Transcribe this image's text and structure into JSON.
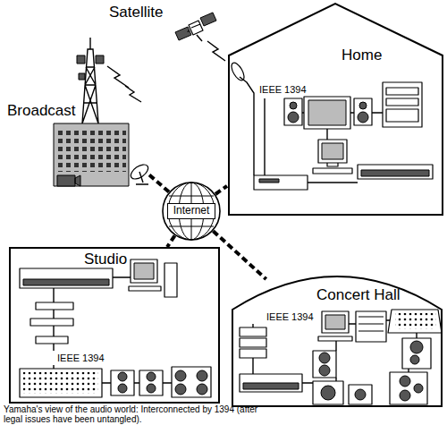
{
  "diagram": {
    "caption": "Yamaha's view of the audio world: Interconnected by 1394 (after legal issues have been untangled).",
    "nodes": [
      {
        "text": [
          "Broadcast"
        ]
      },
      {
        "text": [
          "Home",
          "IEEE 1394"
        ]
      },
      {
        "text": [
          "Internet"
        ]
      },
      {
        "text": [
          "Studio",
          "IEEE 1394"
        ]
      },
      {
        "text": [
          "Concert Hall",
          "IEEE 1394"
        ]
      }
    ],
    "edges": [
      {
        "from": 2,
        "to": 0,
        "arrow": "none"
      },
      {
        "from": 2,
        "to": 1,
        "arrow": "none"
      },
      {
        "from": 2,
        "to": 3,
        "arrow": "none"
      },
      {
        "from": 2,
        "to": 4,
        "arrow": "none"
      }
    ],
    "labels": [
      "Satellite"
    ]
  }
}
